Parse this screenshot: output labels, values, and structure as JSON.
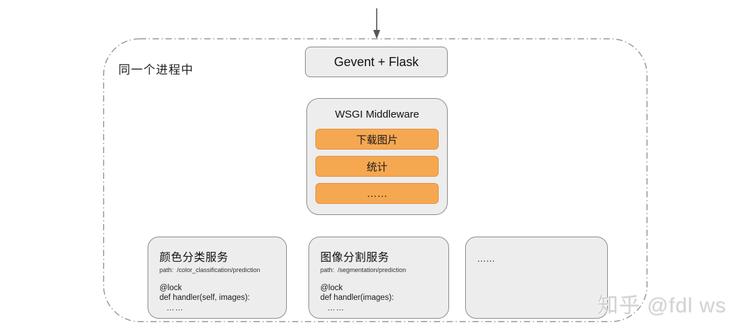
{
  "diagram": {
    "process_label": "同一个进程中",
    "entry_box_label": "Gevent + Flask",
    "middleware": {
      "title": "WSGI Middleware",
      "items": [
        "下载图片",
        "统计",
        "……"
      ]
    },
    "services": [
      {
        "title": "颜色分类服务",
        "path": "path:  /color_classification/prediction",
        "code_line1": "@lock",
        "code_line2": "def handler(self, images):",
        "code_line3": "……"
      },
      {
        "title": "图像分割服务",
        "path": "path:  /segmentation/prediction",
        "code_line1": "@lock",
        "code_line2": "def handler(images):",
        "code_line3": "……"
      },
      {
        "title": "……"
      }
    ],
    "watermark": "知乎 @fdl ws",
    "colors": {
      "node_fill": "#ededed",
      "node_border": "#8c8c8c",
      "accent_fill": "#f6a851",
      "accent_border": "#de9245",
      "dash_border": "#999999",
      "arrow": "#555555",
      "watermark_text": "#d2d2d2"
    }
  }
}
